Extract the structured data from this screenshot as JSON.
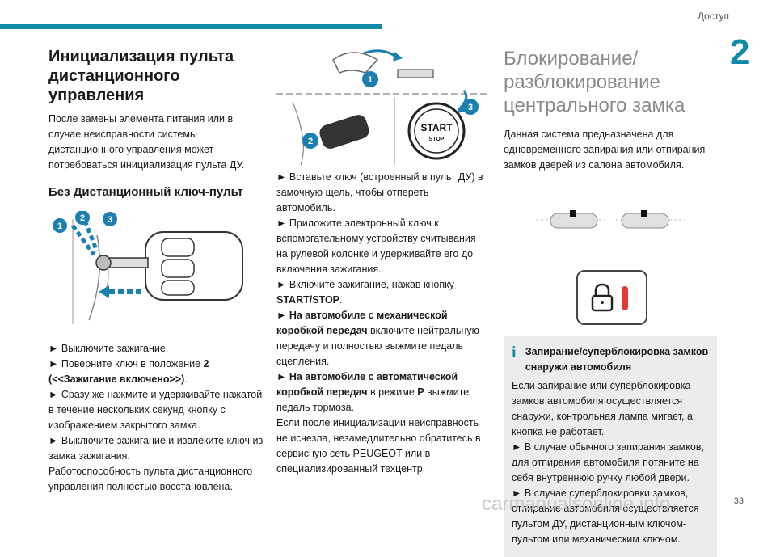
{
  "header": {
    "section": "Доступ",
    "chapter": "2",
    "page": "33"
  },
  "watermark": "carmanualsonline.info",
  "col1": {
    "title": "Инициализация пульта дистанционного управления",
    "intro": "После замены элемента питания или в случае неисправности системы дистанционного управления может потребоваться инициализация пульта ДУ.",
    "subtitle": "Без Дистанционный ключ-пульт",
    "fig_markers": [
      "1",
      "2",
      "3"
    ],
    "step1": "Выключите зажигание.",
    "step2_pre": "Поверните ключ в положение ",
    "step2_bold": "2 (<<Зажигание включено>>)",
    "step2_post": ".",
    "step3": "Сразу же нажмите и удерживайте нажатой в течение нескольких секунд кнопку с изображением закрытого замка.",
    "step4": "Выключите зажигание и извлеките ключ из замка зажигания.",
    "outro": "Работоспособность пульта дистанционного управления полностью восстановлена."
  },
  "col2": {
    "fig_markers": [
      "1",
      "2",
      "3"
    ],
    "start_label_1": "START",
    "start_label_2": "STOP",
    "step1": "Вставьте ключ (встроенный в пульт ДУ) в замочную щель, чтобы отпереть автомобиль.",
    "step2": "Приложите электронный ключ к вспомогательному устройству считывания на рулевой колонке и удерживайте его до включения зажигания.",
    "step3_pre": "Включите зажигание, нажав кнопку ",
    "step3_bold": "START/STOP",
    "step3_post": ".",
    "step4_bold": "На автомобиле с механической коробкой передач",
    "step4_rest": " включите нейтральную передачу и полностью выжмите педаль сцепления.",
    "step5_bold": "На автомобиле с автоматической коробкой передач",
    "step5_mid": " в режиме ",
    "step5_p": "P",
    "step5_rest": " выжмите педаль тормоза.",
    "outro": "Если после инициализации неисправность не исчезла, незамедлительно обратитесь в сервисную сеть PEUGEOT или в специализированный техцентр."
  },
  "col3": {
    "title": "Блокирование/ разблокирование центрального замка",
    "intro": "Данная система предназначена для одновременного запирания или отпирания замков дверей из салона автомобиля.",
    "info": {
      "icon": "i",
      "title": "Запирание/суперблокировка замков снаружи автомобиля",
      "p1": "Если запирание или суперблокировка замков автомобиля осуществляется снаружи, контрольная лампа мигает, а кнопка не работает.",
      "p2": "В случае обычного запирания замков, для отпирания автомобиля потяните на себя внутреннюю ручку любой двери.",
      "p3": "В случае суперблокировки замков, отпирание автомобиля осуществляется пультом ДУ, дистанционным ключом-пультом или механическим ключом."
    }
  },
  "colors": {
    "accent": "#0f8aa6",
    "infobox": "#ececec",
    "lock_led": "#e53935"
  },
  "icons": [
    "key-fob-illustration",
    "start-stop-illustration",
    "car-interior-icon",
    "lock-button-icon",
    "info-icon"
  ]
}
